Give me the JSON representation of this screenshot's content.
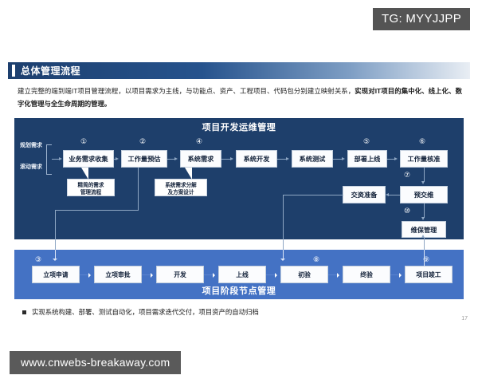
{
  "watermark": {
    "tg_tag": "TG: MYYJJPP",
    "footer_url": "www.cnwebs-breakaway.com"
  },
  "header": {
    "title": "总体管理流程"
  },
  "intro": {
    "text_plain": "建立完整的端到端IT项目管理流程，以项目需求为主线，与功能点、资产、工程项目、代码包分别建立映射关系，实现对IT项目的集中化、线上化、数字化管理与全生命周期的管理。",
    "normal_part": "建立完整的端到端IT项目管理流程，以项目需求为主线，与功能点、资产、工程项目、代码包分别建立映射关系，",
    "bold_part": "实现对IT项目的集中化、线上化、数字化管理与全生命周期的管理。"
  },
  "top_panel": {
    "title": "项目开发运维管理",
    "background_color": "#1e3f6b",
    "side_labels": [
      {
        "label": "规划需求"
      },
      {
        "label": "滚动需求"
      }
    ],
    "nodes": [
      {
        "num": "①",
        "label": "业务需求收集"
      },
      {
        "num": "②",
        "label": "工作量预估"
      },
      {
        "num": "④",
        "label": "系统需求"
      },
      {
        "num": "",
        "label": "系统开发"
      },
      {
        "num": "",
        "label": "系统测试"
      },
      {
        "num": "⑤",
        "label": "部署上线"
      },
      {
        "num": "⑥",
        "label": "工作量核准"
      },
      {
        "num": "",
        "label": "交资准备"
      },
      {
        "num": "⑦",
        "label": "预交维"
      },
      {
        "num": "⑩",
        "label": "维保管理"
      }
    ],
    "callouts": [
      {
        "text_line1": "精简的需求",
        "text_line2": "管理流程"
      },
      {
        "text_line1": "系统需求分解",
        "text_line2": "及方案设计"
      }
    ]
  },
  "bottom_panel": {
    "title": "项目阶段节点管理",
    "background_color": "#4472c4",
    "nodes": [
      {
        "num": "③",
        "label": "立项申请"
      },
      {
        "num": "",
        "label": "立项审批"
      },
      {
        "num": "",
        "label": "开发"
      },
      {
        "num": "",
        "label": "上线"
      },
      {
        "num": "⑧",
        "label": "初验"
      },
      {
        "num": "",
        "label": "终验"
      },
      {
        "num": "⑨",
        "label": "项目竣工"
      }
    ]
  },
  "bullet": {
    "text": "实现系统构建、部署、测试自动化，项目需求迭代交付，项目资产的自动归档"
  },
  "page_number": "17"
}
